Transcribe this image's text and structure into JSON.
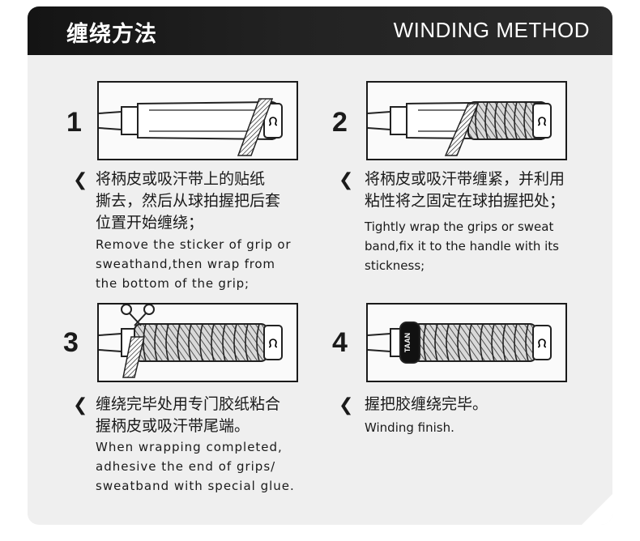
{
  "header": {
    "title_cn": "缠绕方法",
    "title_en": "WINDING METHOD"
  },
  "steps": [
    {
      "number": "1",
      "cn_lines": [
        "将柄皮或吸汗带上的贴纸",
        "撕去，然后从球拍握把后套",
        "位置开始缠绕；"
      ],
      "en_lines": [
        "Remove the sticker of grip or",
        "sweathand,then wrap from",
        "the bottom of the grip;"
      ]
    },
    {
      "number": "2",
      "cn_lines": [
        "将柄皮或吸汗带缠紧，并利用",
        "粘性将之固定在球拍握把处；"
      ],
      "en_lines": [
        "Tightly wrap the grips or sweat",
        "band,fix it to the handle with its",
        "stickness;"
      ]
    },
    {
      "number": "3",
      "cn_lines": [
        "缠绕完毕处用专门胶纸粘合",
        "握柄皮或吸汗带尾端。"
      ],
      "en_lines": [
        "When wrapping completed,",
        "adhesive the end of grips/",
        "sweatband with special glue."
      ]
    },
    {
      "number": "4",
      "cn_lines": [
        "握把胶缠绕完毕。"
      ],
      "en_lines": [
        "Winding finish."
      ]
    }
  ],
  "band_label": "TAAN",
  "icons": {
    "arrow": "chevron-left-icon",
    "grip": "racket-handle-icon",
    "scissors": "scissors-icon"
  },
  "colors": {
    "header_bg": "#1c1c1c",
    "card_bg": "#efefef",
    "text": "#1a1a1a"
  }
}
